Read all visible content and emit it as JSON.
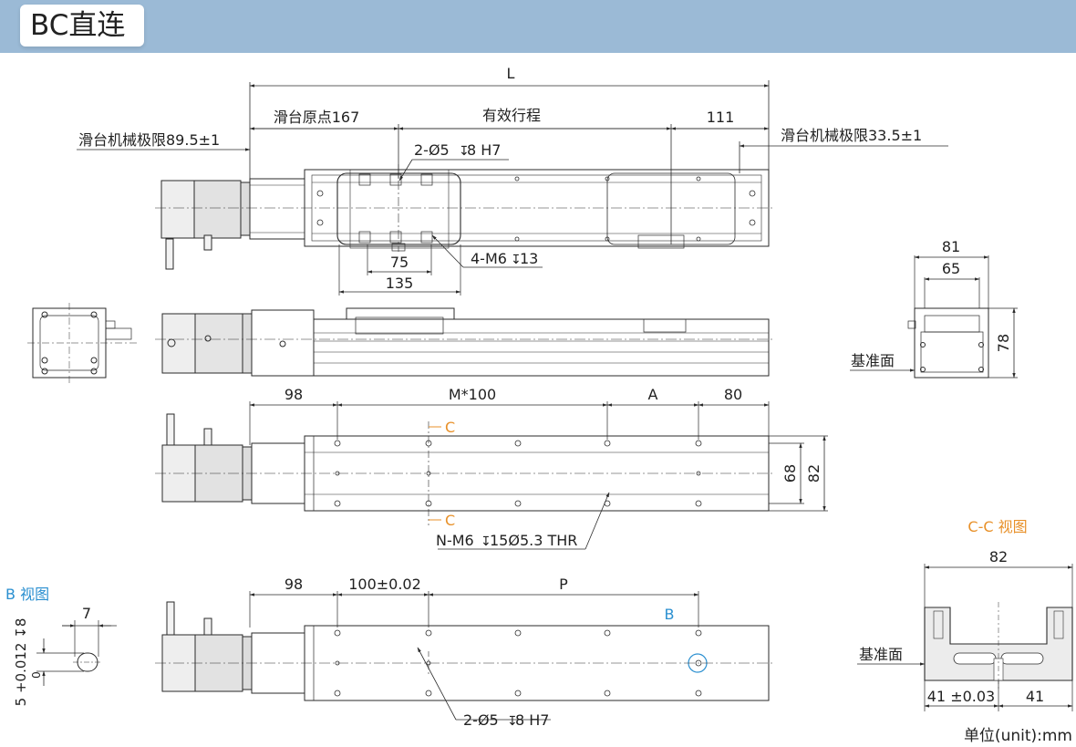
{
  "header": {
    "title": "BC直连"
  },
  "top_view": {
    "total_length": "L",
    "slider_origin": "滑台原点167",
    "effective_stroke": "有效行程",
    "end_dim": "111",
    "mech_limit_left": "滑台机械极限89.5±1",
    "mech_limit_right": "滑台机械极限33.5±1",
    "pin_holes": "2-Ø5",
    "pin_holes_depth": "8 H7",
    "tapped_holes": "4-M6",
    "tapped_holes_depth": "13",
    "dim_75": "75",
    "dim_135": "135"
  },
  "end_view": {
    "width_81": "81",
    "width_65": "65",
    "height_78": "78",
    "datum_face": "基准面"
  },
  "bottom_view": {
    "dim_98": "98",
    "pitch": "M*100",
    "dim_a": "A",
    "dim_80": "80",
    "section_c": "C",
    "dim_68": "68",
    "dim_82": "82",
    "holes": "N-M6",
    "holes_depth": "15Ø5.3 THR"
  },
  "base_view": {
    "dim_98": "98",
    "pitch": "100±0.02",
    "dim_p": "P",
    "marker_b": "B",
    "pins": "2-Ø5",
    "pins_depth": "8 H7"
  },
  "b_view": {
    "title": "B 视图",
    "dim_7": "7",
    "tolerance": "5 +0.012 ↧8",
    "tolerance_zero": "0"
  },
  "cc_view": {
    "title": "C-C 视图",
    "dim_82": "82",
    "datum_face": "基准面",
    "dim_41_tol": "41 ±0.03",
    "dim_41": "41"
  },
  "unit_note": "单位(unit):mm",
  "colors": {
    "header": "#9bbad6",
    "line": "#2a2a2a",
    "section_label": "#e8912a",
    "detail_label": "#2a8fd0"
  }
}
